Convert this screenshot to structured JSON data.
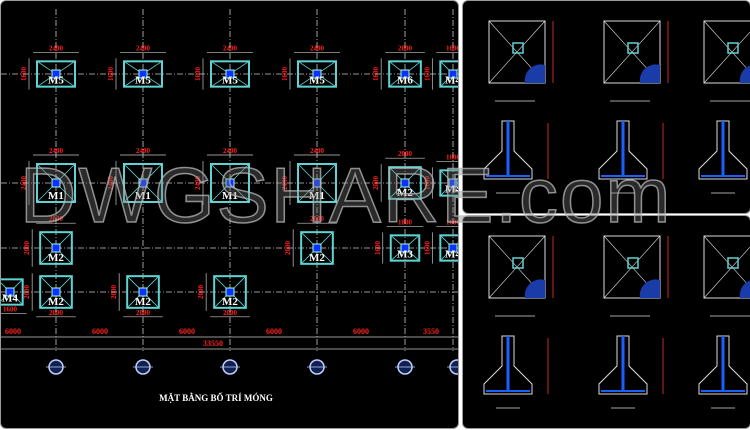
{
  "plan": {
    "title": "MẶT BẰNG BỐ TRÍ MÓNG",
    "footings": [
      {
        "label": "M5",
        "w": "2400",
        "h": "1600"
      },
      {
        "label": "M5",
        "w": "2400",
        "h": "1600"
      },
      {
        "label": "M5",
        "w": "2400",
        "h": "1600"
      },
      {
        "label": "M5",
        "w": "2400",
        "h": "1600"
      },
      {
        "label": "M6",
        "w": "2000",
        "h": "1600"
      },
      {
        "label": "M4",
        "w": "1600",
        "h": "1600"
      },
      {
        "label": "M1",
        "w": "2400",
        "h": "2400"
      },
      {
        "label": "M1",
        "w": "2400",
        "h": "2400"
      },
      {
        "label": "M1",
        "w": "2400",
        "h": "2400"
      },
      {
        "label": "M1",
        "w": "2400",
        "h": "2400"
      },
      {
        "label": "M2",
        "w": "2000",
        "h": "2000"
      },
      {
        "label": "M4",
        "w": "1600",
        "h": "1600"
      },
      {
        "label": "M2",
        "w": "2000",
        "h": "2000"
      },
      {
        "label": "M2",
        "w": "2000",
        "h": "2000"
      },
      {
        "label": "M3",
        "w": "1800",
        "h": "1600"
      },
      {
        "label": "M4",
        "w": "1600",
        "h": "1600"
      },
      {
        "label": "M4",
        "w": "1600",
        "h": "1600"
      },
      {
        "label": "M2",
        "w": "2000",
        "h": "2000"
      },
      {
        "label": "M2",
        "w": "2000",
        "h": "2000"
      },
      {
        "label": "M2",
        "w": "2000",
        "h": "2000"
      }
    ],
    "spans": [
      "6000",
      "6000",
      "6000",
      "6000",
      "6000",
      "3550"
    ],
    "total": "33550"
  },
  "watermark": "DWGSHARE.com",
  "colors": {
    "background": "#000000",
    "footing": "#5fd3d3",
    "column": "#1030ff",
    "dimension": "#ff2020",
    "grid": "#c8c8c8",
    "text": "#ffffff"
  }
}
